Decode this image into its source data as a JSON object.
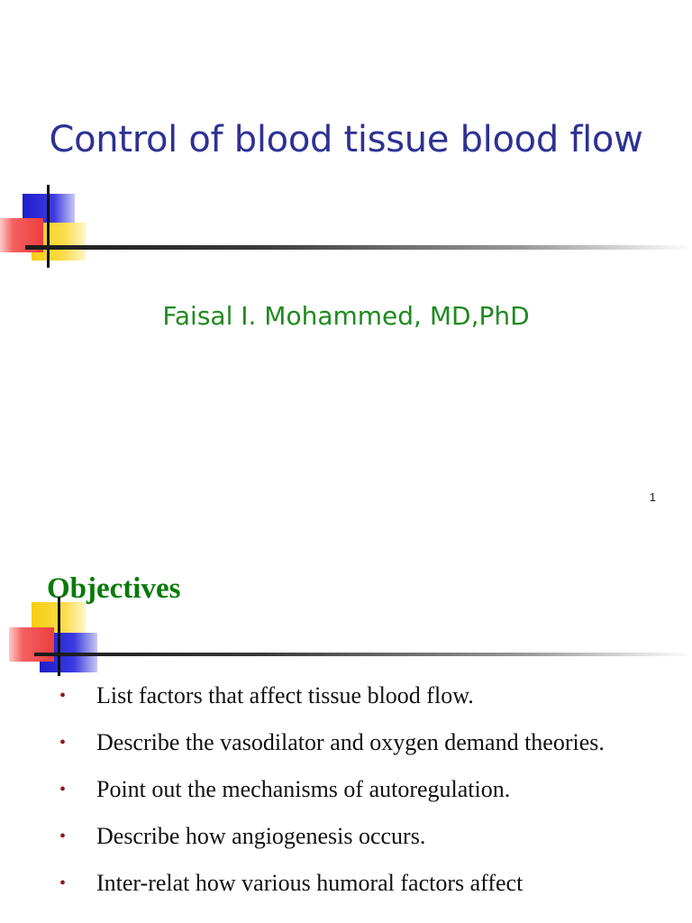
{
  "slides": [
    {
      "title": "Control of blood tissue blood flow",
      "author": "Faisal I. Mohammed, MD,PhD",
      "slide_number": "1"
    },
    {
      "title": "Objectives",
      "bullet_glyph": "•",
      "bullets": [
        "List factors that affect tissue blood flow.",
        "Describe the vasodilator and oxygen demand theories.",
        "Point out the mechanisms of autoregulation.",
        "Describe how angiogenesis occurs.",
        "Inter-relat how various humoral factors affect"
      ]
    }
  ],
  "colors": {
    "title_blue": "#2e3192",
    "author_green": "#1f8a1f",
    "objectives_green": "#0a7a0a",
    "bullet_dark_red": "#8b1a1a",
    "deco_blue": "#2a2ad0",
    "deco_yellow": "#f7d21c",
    "deco_red": "#f04848"
  }
}
